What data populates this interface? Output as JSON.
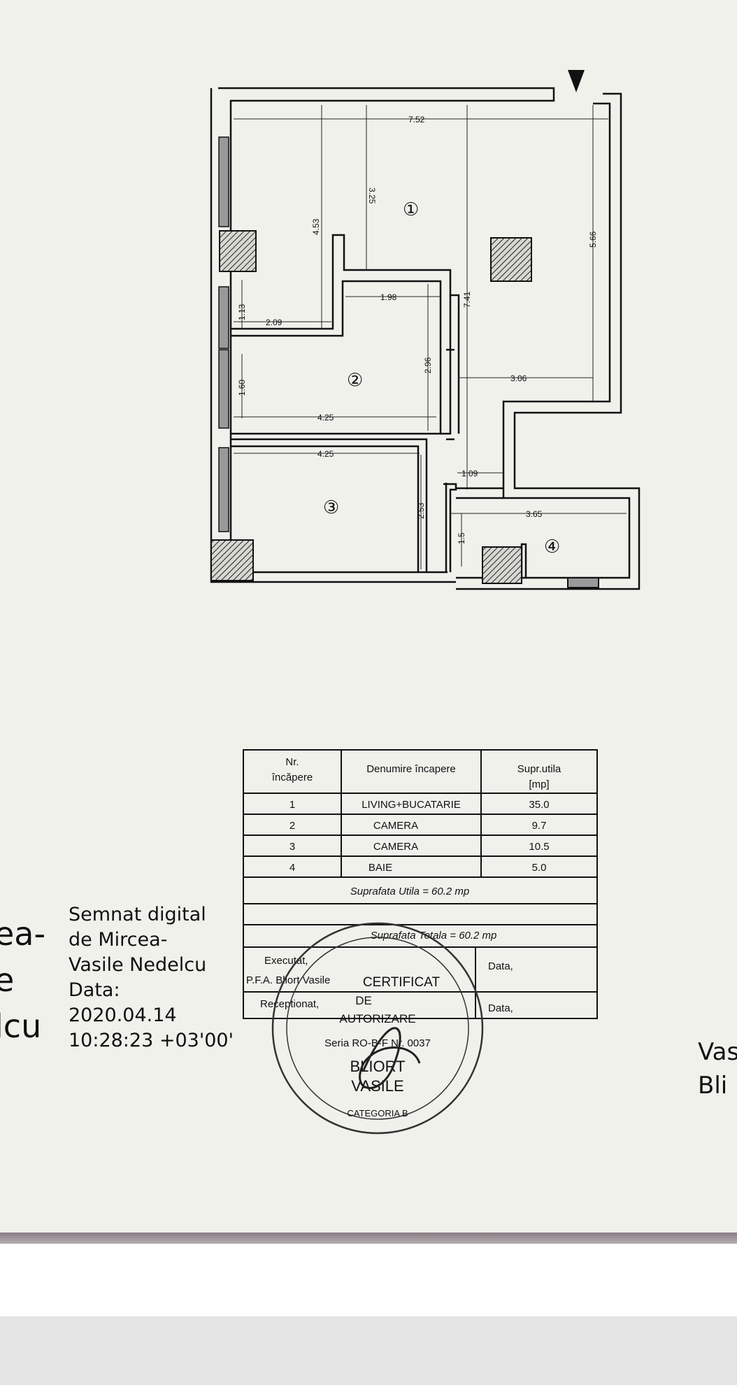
{
  "plan": {
    "rooms": [
      {
        "number": "①"
      },
      {
        "number": "②"
      },
      {
        "number": "③"
      },
      {
        "number": "④"
      }
    ],
    "dimensions": {
      "d752": "7.52",
      "d325": "3.25",
      "d453": "4.53",
      "d566": "5.66",
      "d741": "7.41",
      "d198": "1.98",
      "d113": "1.13",
      "d209": "2.09",
      "d296": "2.96",
      "d306": "3.06",
      "d160": "1.60",
      "d425a": "4.25",
      "d425b": "4.25",
      "d109": "1.09",
      "d253": "2.53",
      "d365": "3.65",
      "d15": "1.5"
    }
  },
  "table": {
    "header": {
      "nr": "Nr.",
      "incapere": "încăpere",
      "name": "Denumire încapere",
      "area_l1": "Supr.utila",
      "area_l2": "[mp]"
    },
    "rows": [
      {
        "nr": "1",
        "name": "LIVING+BUCATARIE",
        "area": "35.0"
      },
      {
        "nr": "2",
        "name": "CAMERA",
        "area": "9.7"
      },
      {
        "nr": "3",
        "name": "CAMERA",
        "area": "10.5"
      },
      {
        "nr": "4",
        "name": "BAIE",
        "area": "5.0"
      }
    ],
    "util": "Suprafata Utila  =  60.2  mp",
    "total": "Suprafata Totala  =  60.2  mp",
    "executat": "Executat,",
    "executat_by": "P.F.A. Bliort Vasile",
    "data1": "Data,",
    "receptionat": "Receptionat,",
    "data2": "Data,"
  },
  "stamp": {
    "line1": "CERTIFICAT",
    "line2": "DE",
    "line3": "AUTORIZARE",
    "serial": "Seria RO-B-F Nr. 0037",
    "name1": "BLIORT",
    "name2": "VASILE",
    "category": "CATEGORIA B"
  },
  "signature": {
    "left_fragment": [
      "ea-",
      "e",
      "lcu"
    ],
    "text_lines": [
      "Semnat digital",
      "de Mircea-",
      "Vasile Nedelcu",
      "Data:",
      "2020.04.14",
      "10:28:23 +03'00'"
    ],
    "right_fragment": [
      "Vas",
      "Bli"
    ]
  }
}
